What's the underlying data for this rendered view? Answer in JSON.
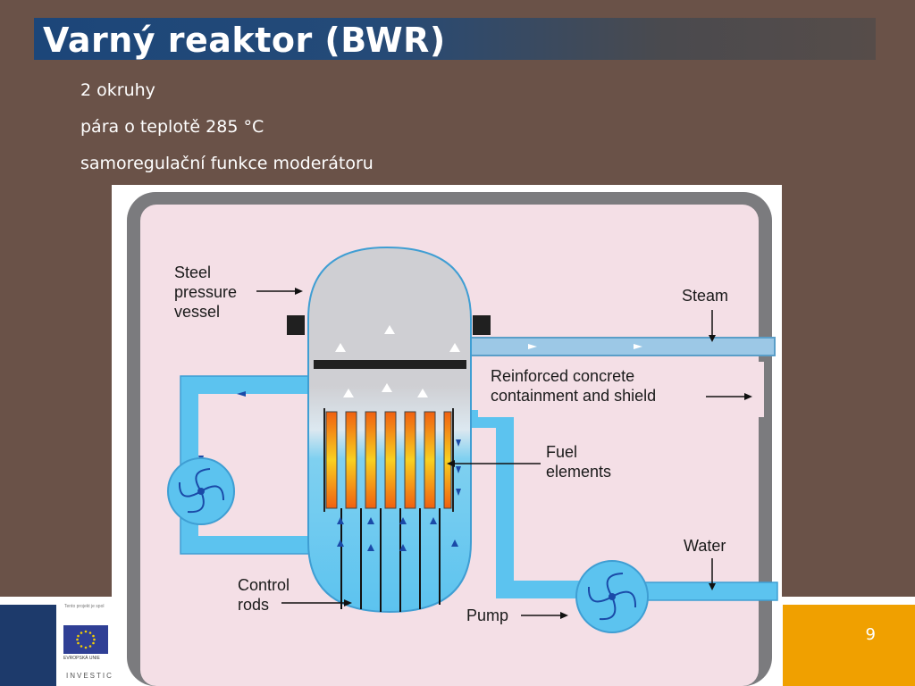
{
  "title": "Varný reaktor (BWR)",
  "bullets": [
    "2 okruhy",
    "pára o teplotě 285 °C",
    "samoregulační funkce moderátoru"
  ],
  "diagram": {
    "labels": {
      "vessel_line1": "Steel",
      "vessel_line2": "pressure",
      "vessel_line3": "vessel",
      "steam": "Steam",
      "containment_line1": "Reinforced concrete",
      "containment_line2": "containment and shield",
      "fuel_line1": "Fuel",
      "fuel_line2": "elements",
      "water": "Water",
      "control_line1": "Control",
      "control_line2": "rods",
      "pump": "Pump"
    }
  },
  "footer": {
    "small_text": "Tento projekt je spol",
    "eu_label": "EVROPSKÁ UNIE",
    "investice": "INVESTICI",
    "page_number": "9"
  },
  "colors": {
    "background": "#6a5248",
    "water": "#5cc3ef",
    "accent": "#f0a000",
    "title_bar": "#1c4679"
  }
}
